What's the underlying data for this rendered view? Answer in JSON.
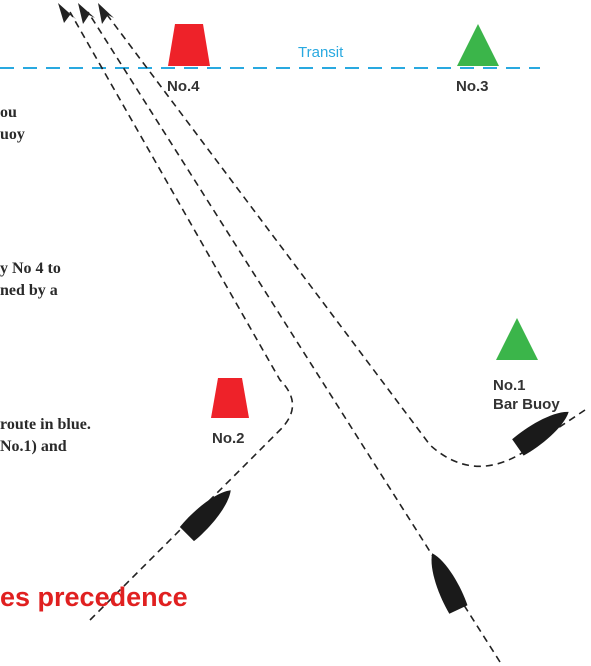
{
  "transit_label": "Transit",
  "buoys": {
    "no4": "No.4",
    "no3": "No.3",
    "no2": "No.2",
    "no1_line1": "No.1",
    "no1_line2": "Bar Buoy"
  },
  "text_fragments": [
    "ou",
    "uoy",
    "y No 4 to",
    "ned by a",
    "route in blue.",
    "No.1) and"
  ],
  "headline": "es precedence",
  "colors": {
    "red_buoy": "#ee2229",
    "green_buoy": "#3bb54a",
    "transit_line": "#29a9e0",
    "headline": "#e02020",
    "boat": "#1a1a1a"
  }
}
